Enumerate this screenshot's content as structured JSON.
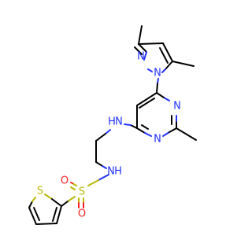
{
  "molecule": {
    "atoms": {
      "pyrazole_n1": "N",
      "pyrazole_n2": "N",
      "pyrimidine_n_top": "N",
      "pyrimidine_n_bottom": "N",
      "amine_nh_left": "N",
      "amine_h_left": "H",
      "sulfonamide_n": "N",
      "sulfonamide_h": "H",
      "sulfur": "S",
      "oxygen_left": "O",
      "oxygen_right": "O",
      "thiophene_s": "S"
    },
    "colors": {
      "carbon_bond": "#000000",
      "nitrogen": "#2233ff",
      "sulfur": "#b8b800",
      "oxygen": "#ff2222",
      "background": "#ffffff"
    }
  }
}
